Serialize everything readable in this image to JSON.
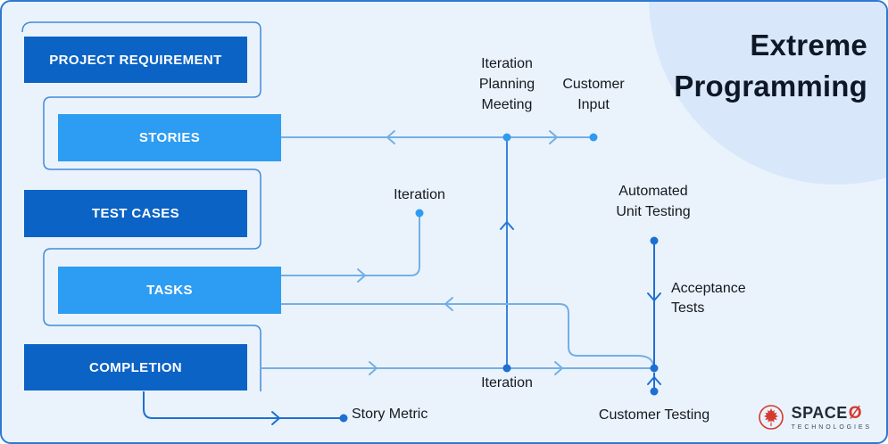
{
  "title": {
    "text": "Extreme\nProgramming"
  },
  "boxes": [
    {
      "id": "project-requirement",
      "label": "PROJECT REQUIREMENT",
      "variant": "dark"
    },
    {
      "id": "stories",
      "label": "STORIES",
      "variant": "light"
    },
    {
      "id": "test-cases",
      "label": "TEST CASES",
      "variant": "dark"
    },
    {
      "id": "tasks",
      "label": "TASKS",
      "variant": "light"
    },
    {
      "id": "completion",
      "label": "COMPLETION",
      "variant": "dark"
    }
  ],
  "labels": {
    "iteration_planning_meeting": "Iteration\nPlanning\nMeeting",
    "customer_input": "Customer\nInput",
    "iteration_top": "Iteration",
    "automated_unit_testing": "Automated\nUnit Testing",
    "acceptance_tests": "Acceptance\nTests",
    "iteration_bottom": "Iteration",
    "customer_testing": "Customer Testing",
    "story_metric": "Story Metric"
  },
  "edges": [
    {
      "from": "iteration-planning-meeting",
      "to": "stories",
      "arrow": "left"
    },
    {
      "from": "iteration-planning-meeting",
      "to": "customer-input",
      "arrow": "right"
    },
    {
      "from": "iteration-bottom-line",
      "to": "iteration-planning-meeting",
      "arrow": "up"
    },
    {
      "from": "tasks",
      "to": "iteration-top",
      "arrow": "right"
    },
    {
      "from": "acceptance-junction",
      "to": "tasks",
      "arrow": "left"
    },
    {
      "from": "completion",
      "to": "customer-testing-junction",
      "arrow": "right"
    },
    {
      "from": "automated-unit-testing",
      "to": "acceptance-tests",
      "arrow": "down"
    },
    {
      "from": "customer-testing",
      "to": "acceptance-junction",
      "arrow": "up"
    },
    {
      "from": "completion",
      "to": "story-metric",
      "arrow": "right"
    }
  ],
  "logo": {
    "brand": "SPACE",
    "brand_accent": "Ø",
    "subtitle": "TECHNOLOGIES"
  },
  "colors": {
    "background": "#EAF3FC",
    "border": "#2E79D2",
    "circle": "#D8E8FA",
    "box_dark": "#0B63C5",
    "box_light": "#2D9CF3",
    "line_light": "#74AFE5",
    "line_dark": "#1E6FD2",
    "outline": "#4389D8",
    "dot_light": "#2F9BF0",
    "title_text": "#0E1726",
    "logo_red": "#D5392F"
  }
}
